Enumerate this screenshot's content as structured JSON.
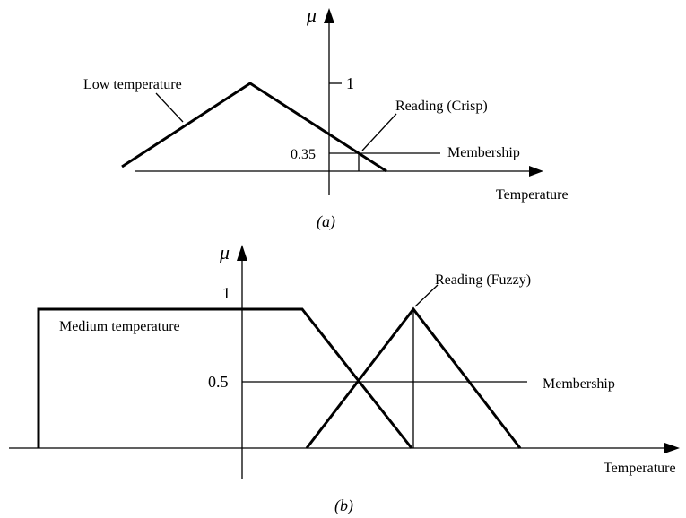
{
  "diagram_a": {
    "axis_y_label": "μ",
    "axis_x_label": "Temperature",
    "tick_one": "1",
    "tick_membership_value": "0.35",
    "set_label": "Low temperature",
    "reading_label": "Reading (Crisp)",
    "membership_label": "Membership",
    "caption": "(a)"
  },
  "diagram_b": {
    "axis_y_label": "μ",
    "axis_x_label": "Temperature",
    "tick_one": "1",
    "tick_membership_value": "0.5",
    "set_label": "Medium temperature",
    "reading_label": "Reading (Fuzzy)",
    "membership_label": "Membership",
    "caption": "(b)"
  }
}
